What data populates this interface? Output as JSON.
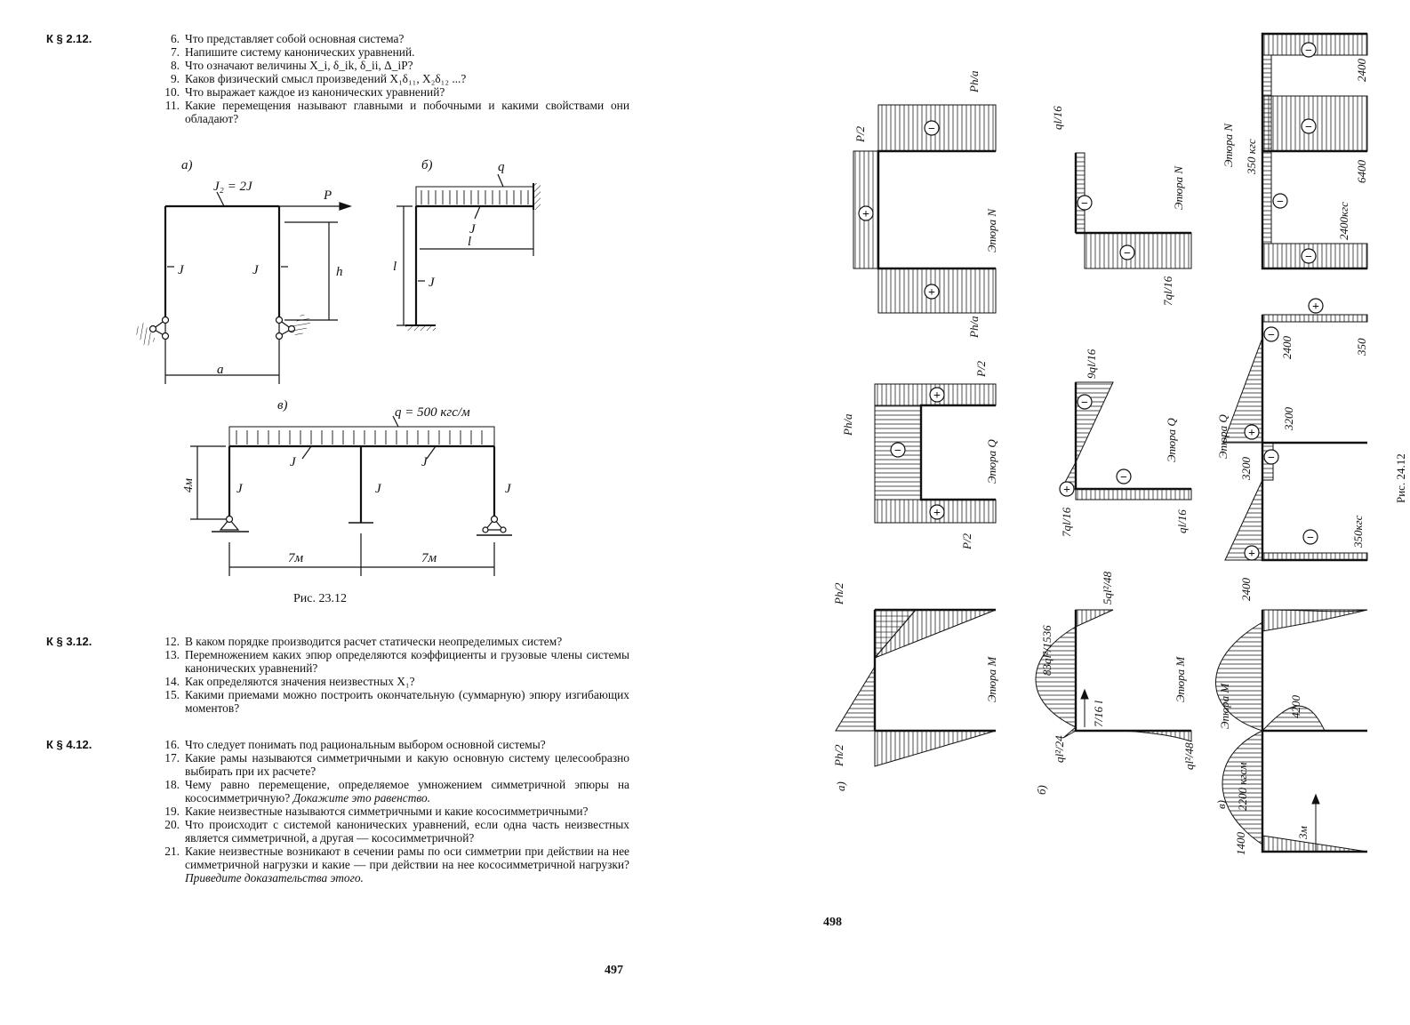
{
  "left": {
    "block1": {
      "section": "К § 2.12.",
      "items": [
        {
          "num": "6.",
          "text": "Что представляет собой основная система?"
        },
        {
          "num": "7.",
          "text": "Напишите систему канонических уравнений."
        },
        {
          "num": "8.",
          "text": "Что означают величины X_i, δ_ik, δ_ii, Δ_iP?"
        },
        {
          "num": "9.",
          "text": "Каков физический смысл произведений X₁δ₁₁, X₂δ₁₂ ...?"
        },
        {
          "num": "10.",
          "text": "Что выражает каждое из канонических уравнений?"
        },
        {
          "num": "11.",
          "text": "Какие перемещения называют главными и побочными и какими свойствами они обладают?"
        }
      ]
    },
    "figure": {
      "label_a": "a)",
      "label_b": "б)",
      "label_v": "в)",
      "j2": "J₂ = 2J",
      "J": "J",
      "P": "P",
      "h": "h",
      "a": "a",
      "q": "q",
      "l": "l",
      "qv": "q = 500 кгс/м",
      "h4": "4м",
      "span": "7м"
    },
    "caption": "Рис. 23.12",
    "block2": {
      "section": "К § 3.12.",
      "items": [
        {
          "num": "12.",
          "text": "В каком порядке производится расчет статически неопределимых систем?"
        },
        {
          "num": "13.",
          "text": "Перемножением каких эпюр определяются коэффициенты и грузовые члены системы канонических уравнений?"
        },
        {
          "num": "14.",
          "text": "Как определяются значения неизвестных X₁?"
        },
        {
          "num": "15.",
          "text": "Какими приемами можно построить окончательную (суммарную) эпюру изгибающих моментов?"
        }
      ]
    },
    "block3": {
      "section": "К § 4.12.",
      "items": [
        {
          "num": "16.",
          "text": "Что следует понимать под рациональным выбором основной системы?"
        },
        {
          "num": "17.",
          "text": "Какие рамы называются симметричными и какую основную систему целесообразно выбирать при их расчете?"
        },
        {
          "num": "18.",
          "text": "Чему равно перемещение, определяемое умножением симметричной эпюры на кососимметричную?",
          "emph": "Докажите это равенство."
        },
        {
          "num": "19.",
          "text": "Какие неизвестные называются симметричными и какие кососимметричными?"
        },
        {
          "num": "20.",
          "text": "Что происходит с системой канонических уравнений, если одна часть неизвестных является симметричной, а другая — кососимметричной?"
        },
        {
          "num": "21.",
          "text": "Какие неизвестные возникают в сечении рамы по оси симметрии при действии на нее симметричной нагрузки и какие — при действии на нее кососимметричной нагрузки?",
          "emph": "Приведите доказательства этого."
        }
      ]
    },
    "page_number": "497"
  },
  "right": {
    "page_number": "498",
    "fig_caption": "Рис. 24.12",
    "col_labels": {
      "a": "а)",
      "b": "б)",
      "v": "в)"
    },
    "plus": "+",
    "minus": "−",
    "a": {
      "N_title": "Эпюра N",
      "N_top": "Ph/a",
      "N_left": "P/2",
      "N_bot": "Ph/a",
      "Q_title": "Эпюра Q",
      "Q_left": "Ph/a",
      "Q_top": "P/2",
      "Q_bot": "P/2",
      "M_title": "Эпюра M",
      "M_top": "Ph/2",
      "M_bot": "Ph/2"
    },
    "b": {
      "N_title": "Эпюра N",
      "N_top": "ql/16",
      "N_bot": "7ql/16",
      "Q_title": "Эпюра Q",
      "Q_top": "9ql/16",
      "Q_left": "7ql/16",
      "Q_bot": "ql/16",
      "M_title": "Эпюра M",
      "M_top": "5ql²/48",
      "M_mid": "83ql²/1536",
      "M_frac": "7/16 l",
      "M_left": "ql²/24",
      "M_bot": "ql²/48"
    },
    "v": {
      "N_title": "Эпюра N",
      "N_350": "350 кгс",
      "N_2400": "2400",
      "N_2400kgs": "2400кгс",
      "N_6400": "6400",
      "Q_title": "Эпюра Q",
      "Q_2400a": "2400",
      "Q_350": "350",
      "Q_3200a": "3200",
      "Q_3200b": "3200",
      "Q_2400b": "2400",
      "Q_350kgs": "350кгс",
      "M_title": "Эпюра M",
      "M_2200": "2200 кгсм",
      "M_4200": "4200",
      "M_1400": "1400",
      "M_3m": "3м"
    }
  }
}
